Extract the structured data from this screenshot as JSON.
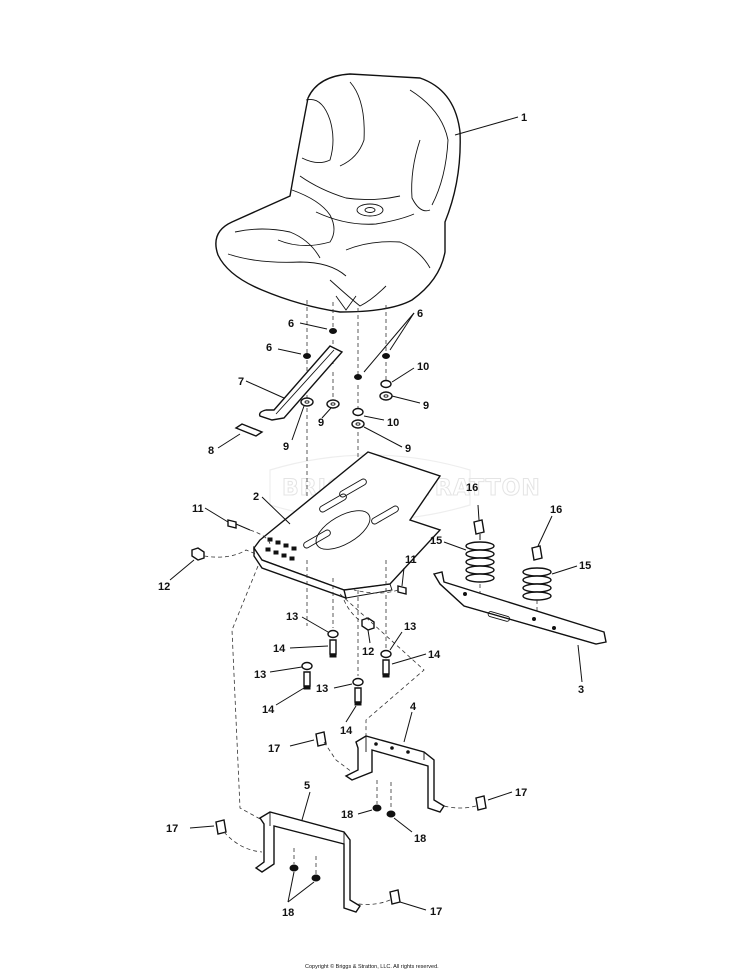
{
  "watermark": "BRIGGS&STRATTON",
  "copyright": "Copyright © Briggs & Stratton, LLC. All rights reserved.",
  "callouts": {
    "c1": "1",
    "c2": "2",
    "c3": "3",
    "c4": "4",
    "c5": "5",
    "c6a": "6",
    "c6b": "6",
    "c6c": "6",
    "c7": "7",
    "c8": "8",
    "c9a": "9",
    "c9b": "9",
    "c9c": "9",
    "c9d": "9",
    "c10a": "10",
    "c10b": "10",
    "c11a": "11",
    "c11b": "11",
    "c12a": "12",
    "c12b": "12",
    "c13a": "13",
    "c13b": "13",
    "c13c": "13",
    "c13d": "13",
    "c14a": "14",
    "c14b": "14",
    "c14c": "14",
    "c14d": "14",
    "c15a": "15",
    "c15b": "15",
    "c16a": "16",
    "c16b": "16",
    "c17a": "17",
    "c17b": "17",
    "c17c": "17",
    "c17d": "17",
    "c18a": "18",
    "c18b": "18",
    "c18c": "18"
  }
}
